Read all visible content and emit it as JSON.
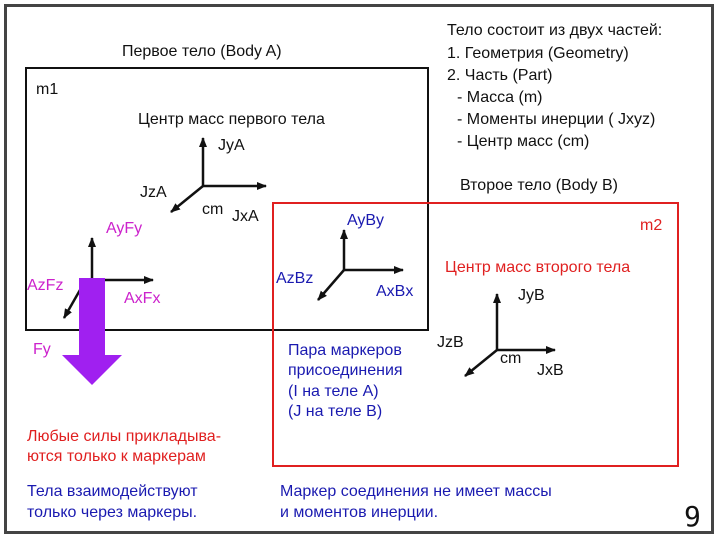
{
  "title_body_a": "Первое тело (Body A)",
  "info": {
    "line1": "Тело состоит из двух частей:",
    "line2": "1. Геометрия (Geometry)",
    "line3": "2. Часть (Part)",
    "line4": "- Масса (m)",
    "line5": "- Моменты инерции ( Jxyz)",
    "line6": "- Центр масс (cm)"
  },
  "body_a": {
    "mass_label": "m1",
    "cm_title": "Центр масс первого тела",
    "jy": "JyA",
    "jz": "JzA",
    "cm": "cm",
    "jx": "JxA"
  },
  "body_b": {
    "title": "Второе тело (Body B)",
    "mass_label": "m2",
    "cm_title": "Центр масс второго тела",
    "jy": "JyB",
    "jz": "JzB",
    "cm": "cm",
    "jx": "JxB"
  },
  "force_marker": {
    "y": "AyFy",
    "z": "AzFz",
    "x": "AxFx",
    "force": "Fy"
  },
  "joint_marker": {
    "y": "AyBy",
    "z": "AzBz",
    "x": "AxBx"
  },
  "pair_text": {
    "line1": "Пара маркеров",
    "line2": "присоединения",
    "line3": "(I на теле A)",
    "line4": "(J на теле B)"
  },
  "forces_note": {
    "line1": "Любые силы прикладыва-",
    "line2": "ются только к маркерам"
  },
  "interact_note": {
    "line1": "Тела взаимодействуют",
    "line2": "только через маркеры."
  },
  "joint_note": {
    "line1": "Маркер соединения не имеет массы",
    "line2": "и моментов инерции."
  },
  "page_number": "9",
  "colors": {
    "body_b_border": "#e02020",
    "blue_text": "#1a1ab0",
    "force_arrow": "#a020f0",
    "label_magenta": "#cc22cc"
  }
}
